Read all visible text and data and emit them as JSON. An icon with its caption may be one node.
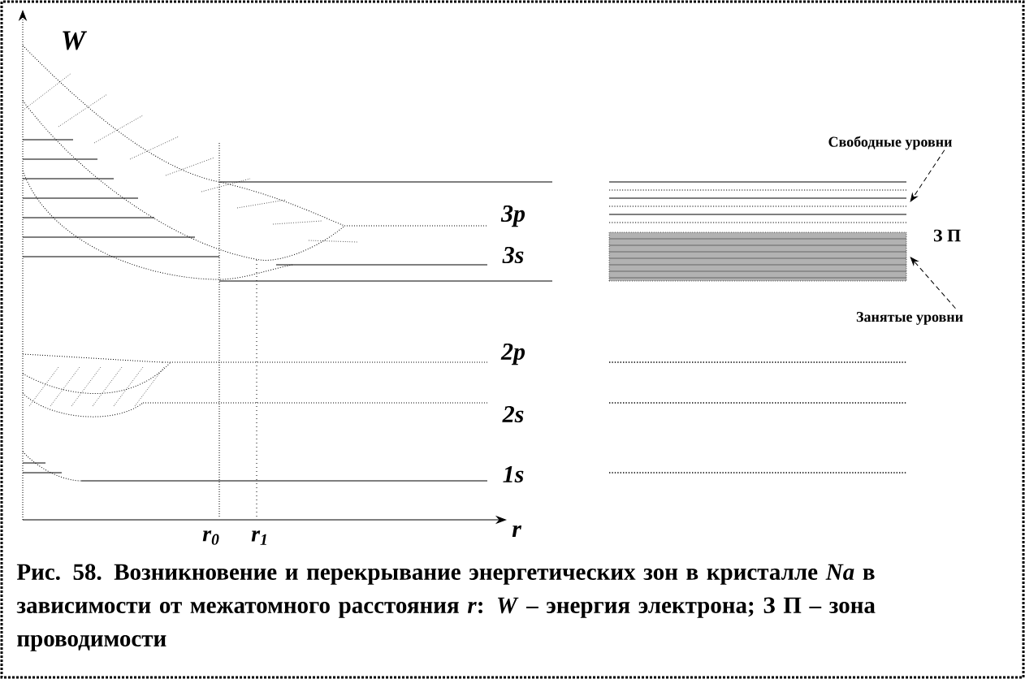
{
  "diagram": {
    "caption": "Рис. 58. Возникновение и перекрывание энергетических зон в кристалле *Na* в зависимости от межатомного расстояния *r*: *W* – энергия электрона; З П – зона проводимости",
    "nodes": [
      {
        "text": [
          "Свободные уровни"
        ]
      },
      {
        "text": [],
        "shape": "bar"
      },
      {
        "text": [
          "Занятые уровни"
        ]
      },
      {
        "text": [],
        "shape": "box"
      }
    ],
    "edges": [
      {
        "from": 0,
        "to": 1,
        "arrow": "to"
      },
      {
        "from": 2,
        "to": 3,
        "arrow": "to"
      }
    ],
    "labels": [
      "W",
      "3p",
      "З П",
      "3s",
      "2p",
      "2s",
      "1s",
      "r",
      "r$_{0}$",
      "r$_{1}$"
    ]
  }
}
